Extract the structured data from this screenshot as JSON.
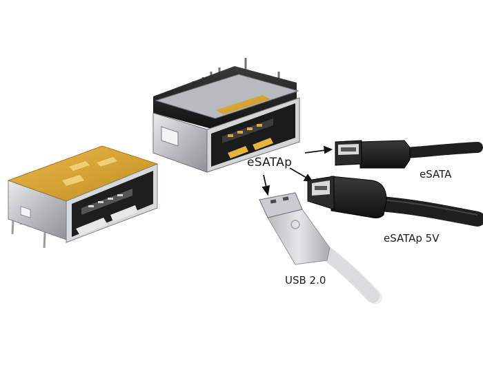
{
  "labels": {
    "hub": "eSATAp",
    "esata": "eSATA",
    "esatap_5v": "eSATAp 5V",
    "usb": "USB 2.0"
  },
  "colors": {
    "background": "#ffffff",
    "metal": "#c9ccd0",
    "metal_dark": "#8e9297",
    "gold_kapton": "#d9a437",
    "connector_black": "#1c1c1c",
    "cable_black": "#222222",
    "usb_gray": "#cfd2d4",
    "usb_cable": "#e6e7e8"
  }
}
